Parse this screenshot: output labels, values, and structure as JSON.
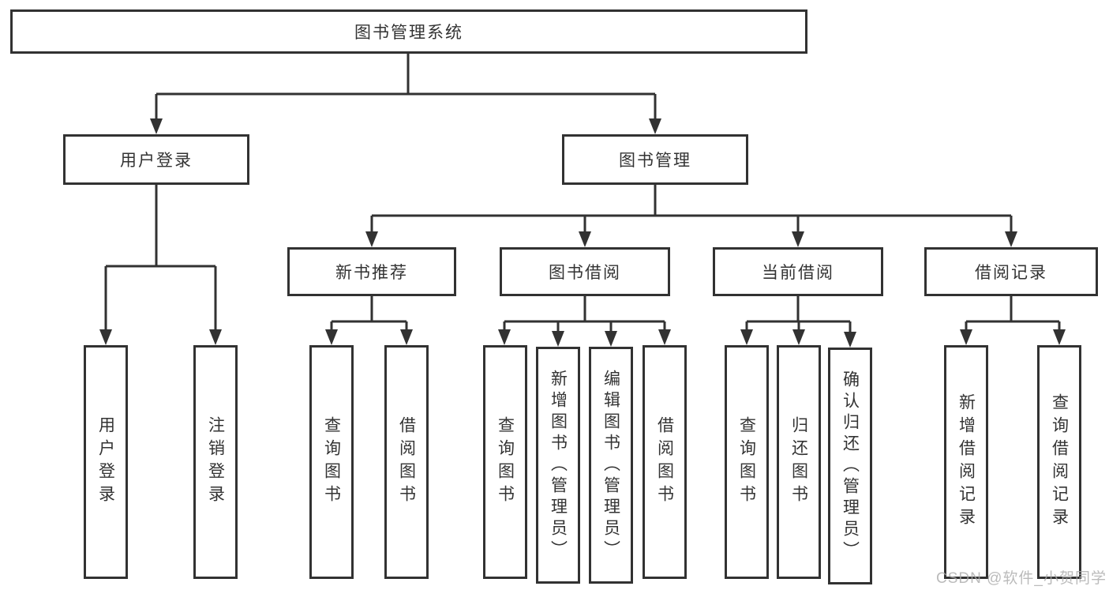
{
  "root": {
    "label": "图书管理系统"
  },
  "branches": [
    {
      "label": "用户登录",
      "children": [
        {
          "label": "用户登录"
        },
        {
          "label": "注销登录"
        }
      ]
    },
    {
      "label": "图书管理",
      "children": [
        {
          "label": "新书推荐",
          "children": [
            {
              "label": "查询图书"
            },
            {
              "label": "借阅图书"
            }
          ]
        },
        {
          "label": "图书借阅",
          "children": [
            {
              "label": "查询图书"
            },
            {
              "label": "新增图书（管理员）"
            },
            {
              "label": "编辑图书（管理员）"
            },
            {
              "label": "借阅图书"
            }
          ]
        },
        {
          "label": "当前借阅",
          "children": [
            {
              "label": "查询图书"
            },
            {
              "label": "归还图书"
            },
            {
              "label": "确认归还（管理员）"
            }
          ]
        },
        {
          "label": "借阅记录",
          "children": [
            {
              "label": "新增借阅记录"
            },
            {
              "label": "查询借阅记录"
            }
          ]
        }
      ]
    }
  ],
  "watermark": "CSDN @软件_小贺同学",
  "colors": {
    "line": "#323232",
    "text": "#333333",
    "background": "#ffffff",
    "watermark": "#aaaaaa"
  }
}
